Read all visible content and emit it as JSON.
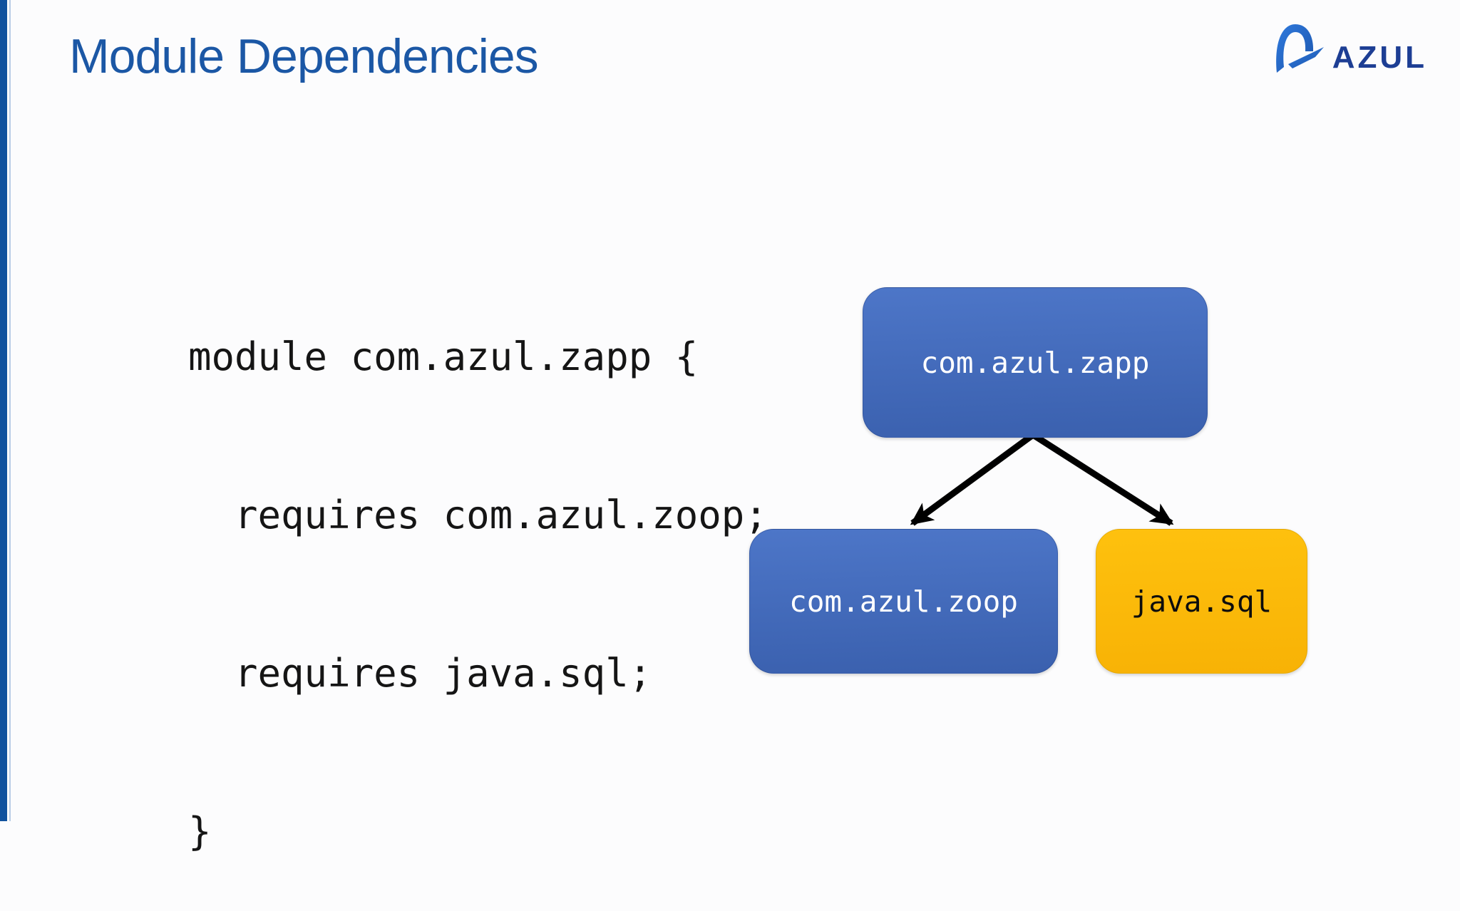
{
  "header": {
    "title": "Module Dependencies"
  },
  "brand": {
    "logo_text": "AZUL",
    "logo_icon": "azul-arch-icon",
    "logo_icon_color": "#2b6fd4",
    "logo_text_color": "#1d3e94"
  },
  "code": {
    "lines": [
      "module com.azul.zapp {",
      "  requires com.azul.zoop;",
      "  requires java.sql;",
      "}"
    ]
  },
  "diagram": {
    "nodes": {
      "zapp": {
        "label": "com.azul.zapp",
        "color": "#4472c4",
        "text_color": "#ffffff"
      },
      "zoop": {
        "label": "com.azul.zoop",
        "color": "#4472c4",
        "text_color": "#ffffff"
      },
      "sql": {
        "label": "java.sql",
        "color": "#fcb900",
        "text_color": "#000000"
      }
    },
    "edges": [
      {
        "from": "com.azul.zapp",
        "to": "com.azul.zoop"
      },
      {
        "from": "com.azul.zapp",
        "to": "java.sql"
      }
    ],
    "arrow_color": "#000000"
  },
  "colors": {
    "accent_bar": "#11529e",
    "title": "#1b57a5",
    "background": "#fcfcfd"
  }
}
